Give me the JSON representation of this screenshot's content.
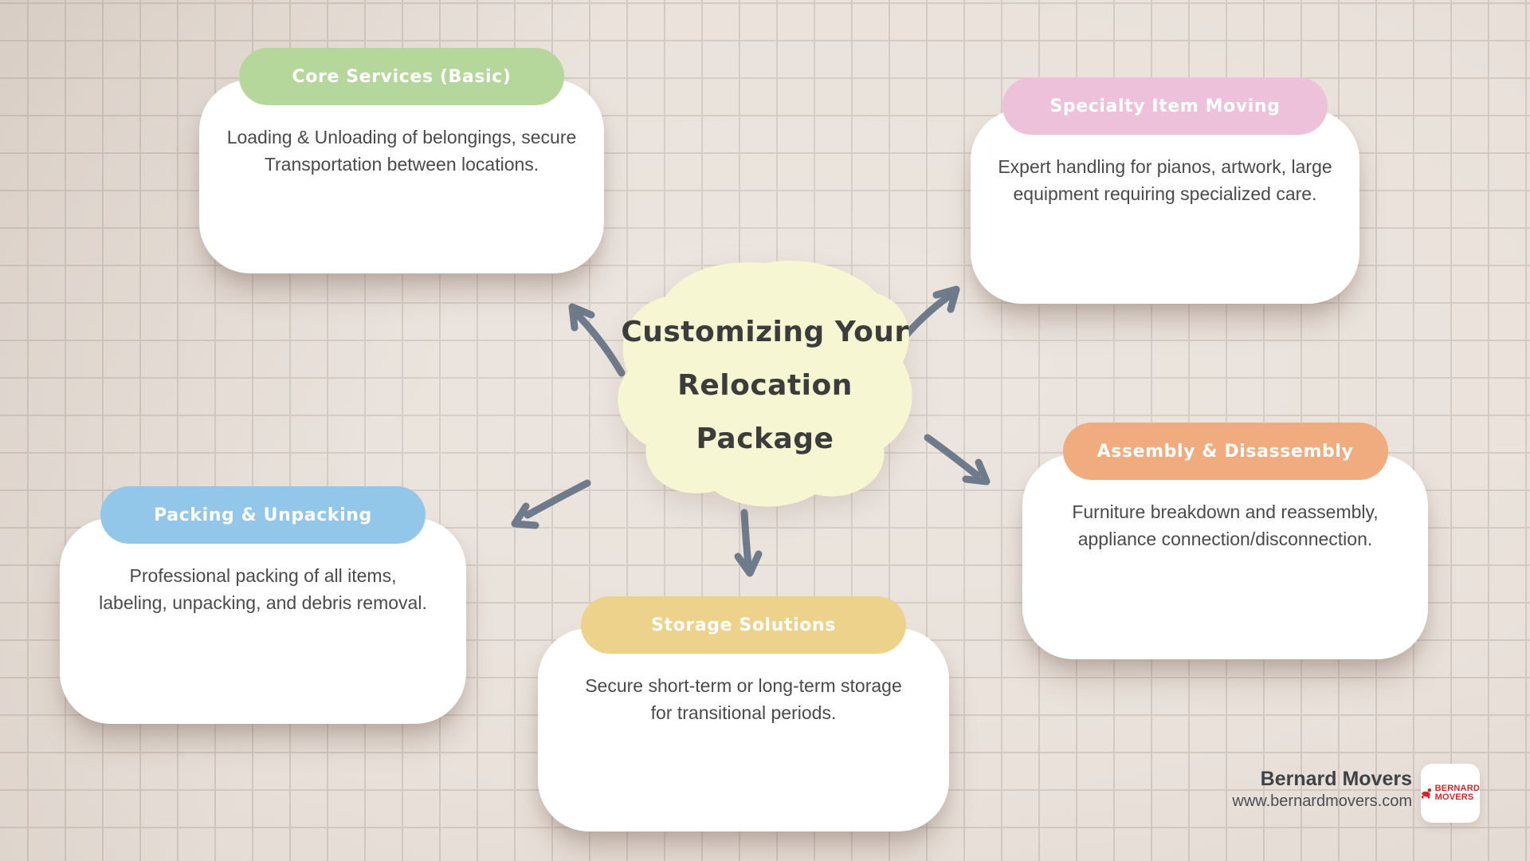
{
  "title": {
    "lines": [
      "Customizing Your",
      "Relocation",
      "Package"
    ]
  },
  "cards": [
    {
      "label": "Core Services (Basic)",
      "body": "Loading & Unloading of belongings, secure\nTransportation between locations.",
      "color": "#b6d79b"
    },
    {
      "label": "Specialty Item Moving",
      "body": "Expert handling for pianos, artwork, large\nequipment requiring specialized care.",
      "color": "#eec1da"
    },
    {
      "label": "Assembly & Disassembly",
      "body": "Furniture breakdown and reassembly,\nappliance connection/disconnection.",
      "color": "#f0ab7e"
    },
    {
      "label": "Packing & Unpacking",
      "body": "Professional packing of all items,\nlabeling, unpacking, and debris removal.",
      "color": "#92c7ea"
    },
    {
      "label": "Storage Solutions",
      "body": "Secure short-term or long-term storage\nfor transitional periods.",
      "color": "#ecd28b"
    }
  ],
  "footer": {
    "brand": "Bernard Movers",
    "website": "www.bernardmovers.com",
    "logo": {
      "line1": "BERNARD",
      "line2": "MOVERS"
    }
  },
  "colors": {
    "background": "#e9e1da",
    "grid-line": "#d3c9c1",
    "blob": "#f6f7d2",
    "title-text": "#3c3c3c",
    "body-text": "#4a4a4a",
    "pill-text": "#ffffff",
    "arrow": "#6e7b8b",
    "brand-text": "#3f4347",
    "logo-red": "#d42728"
  }
}
